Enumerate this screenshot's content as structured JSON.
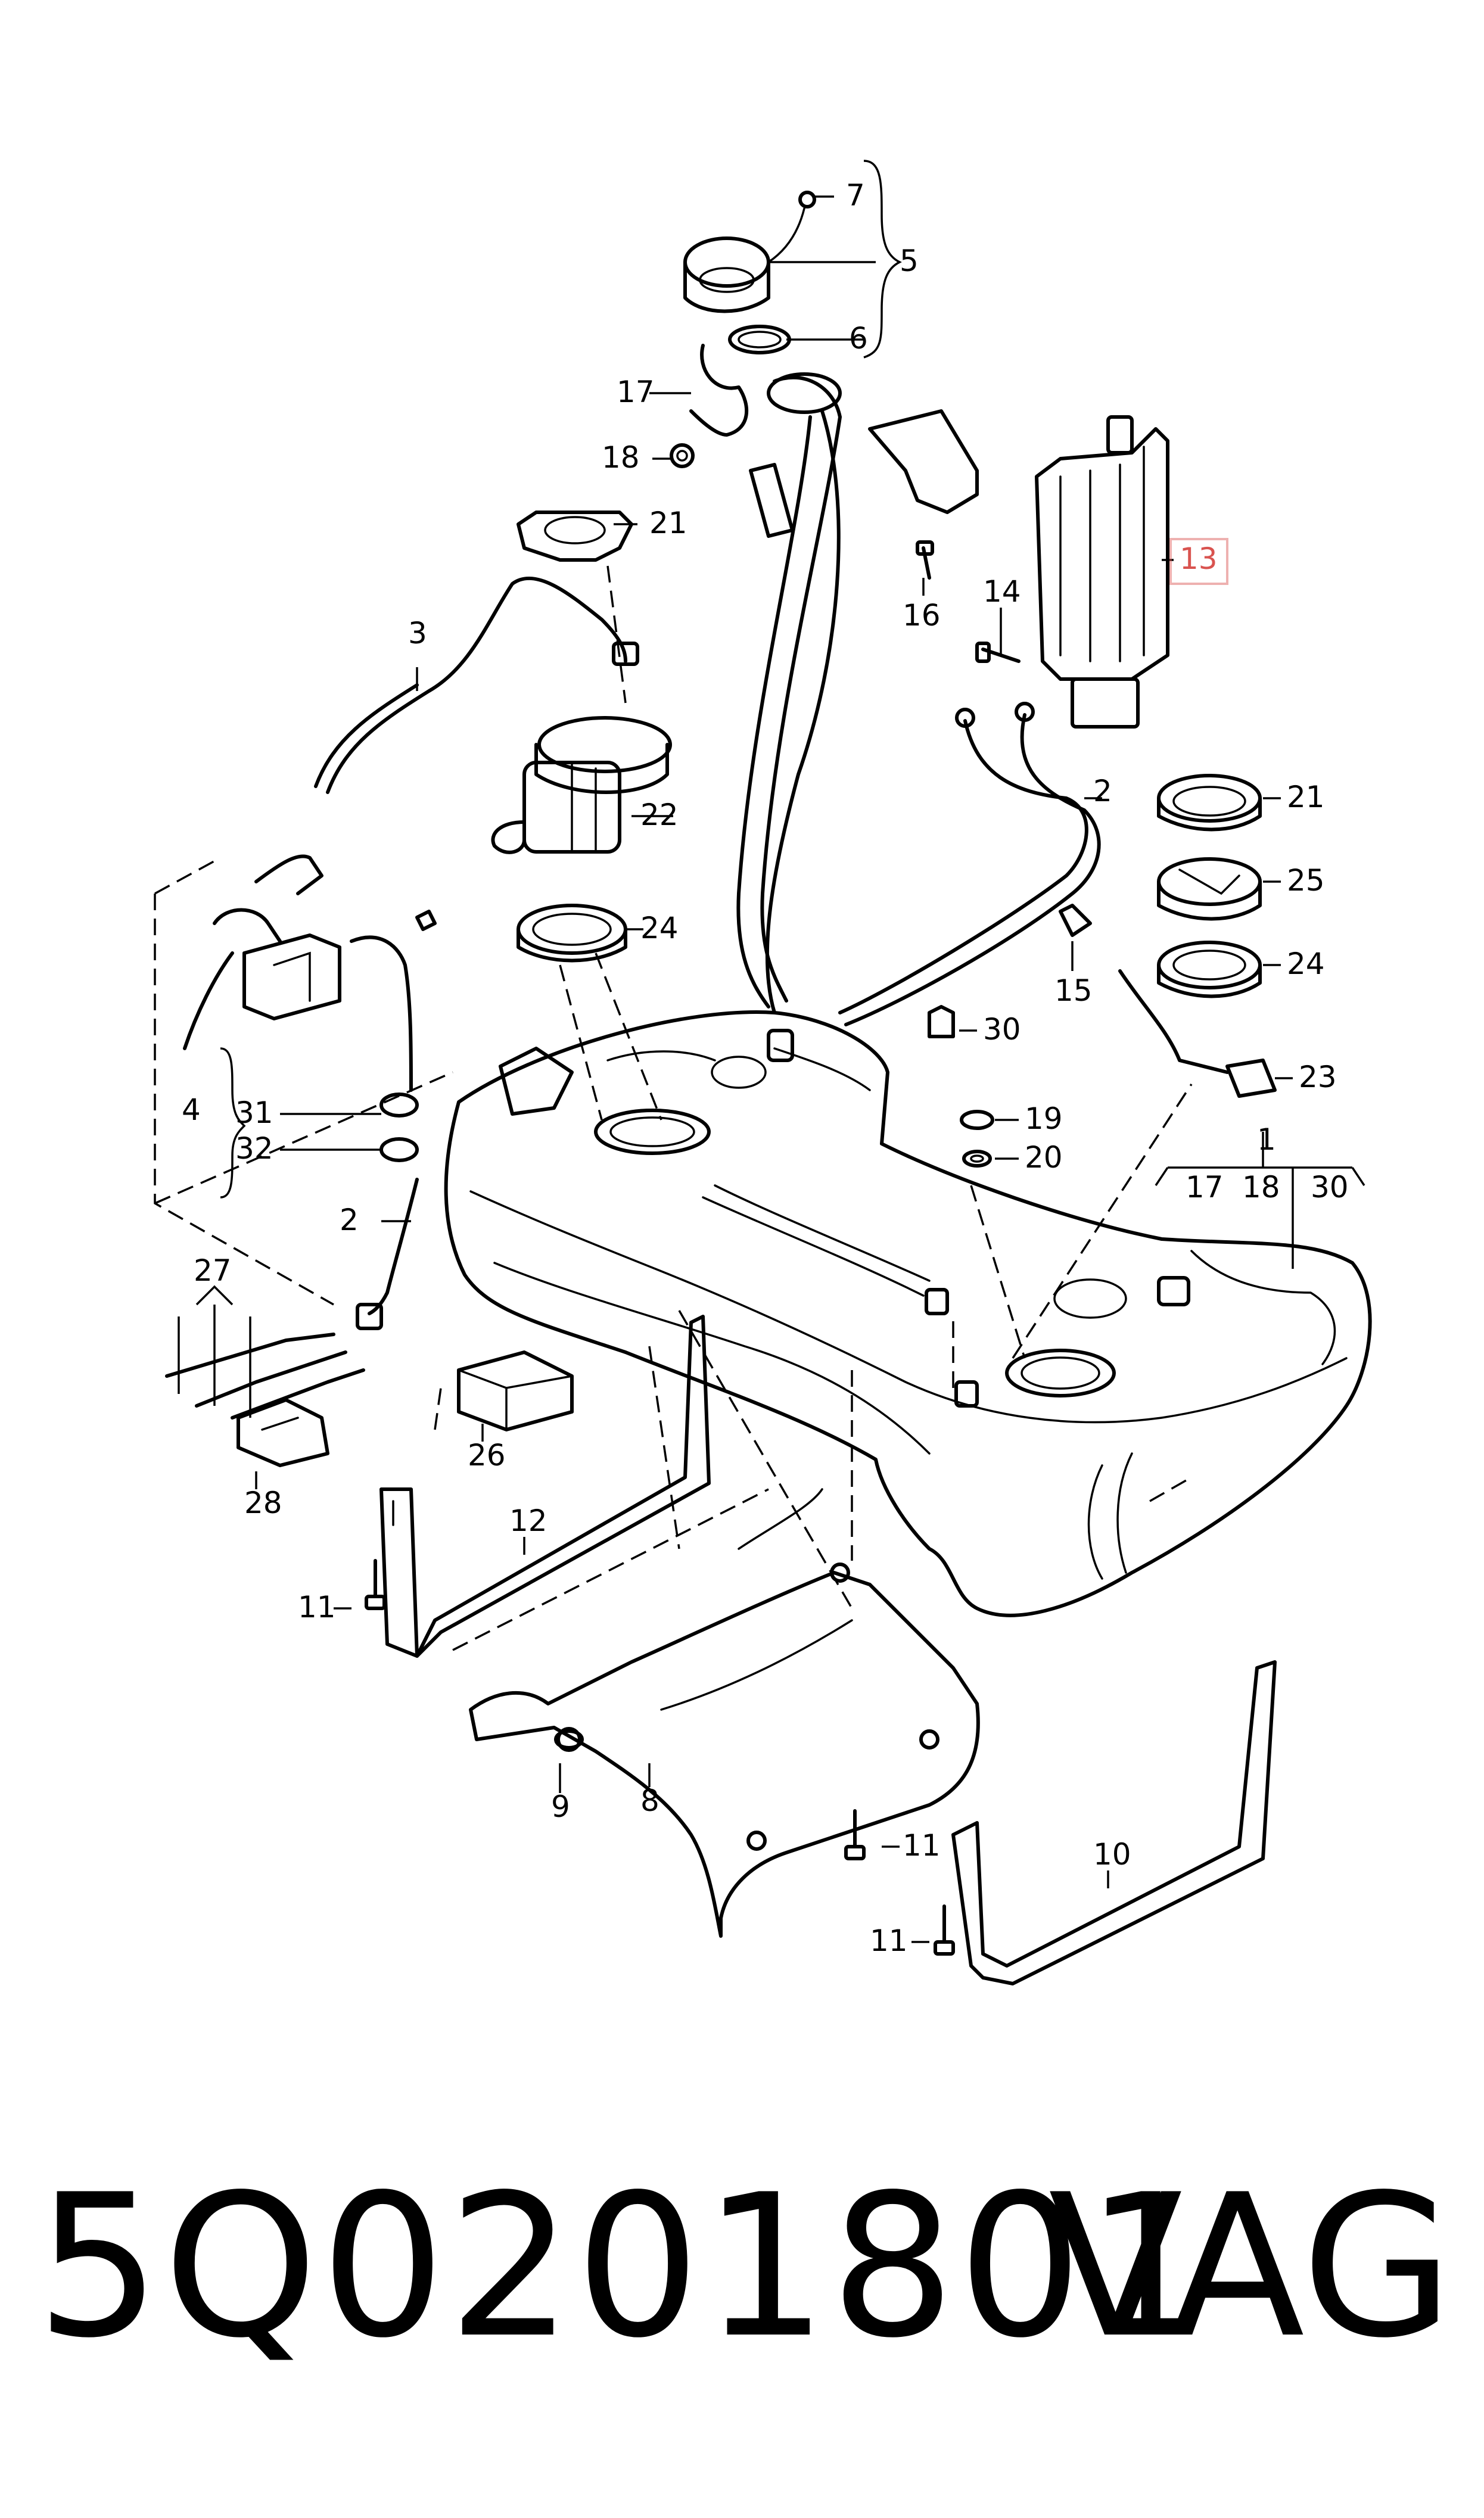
{
  "callouts": {
    "c1": "1",
    "c2a": "2",
    "c2b": "2",
    "c3": "3",
    "c4": "4",
    "c5": "5",
    "c6": "6",
    "c7": "7",
    "c8": "8",
    "c9": "9",
    "c10": "10",
    "c11a": "11",
    "c11b": "11",
    "c11c": "11",
    "c12": "12",
    "c13": "13",
    "c14": "14",
    "c15": "15",
    "c16": "16",
    "c17a": "17",
    "c17b": "17",
    "c18a": "18",
    "c18b": "18",
    "c19": "19",
    "c20": "20",
    "c21a": "21",
    "c21b": "21",
    "c22": "22",
    "c23": "23",
    "c24a": "24",
    "c24b": "24",
    "c25": "25",
    "c26": "26",
    "c27": "27",
    "c28": "28",
    "c30a": "30",
    "c30b": "30",
    "c31": "31",
    "c32": "32"
  },
  "highlight_color": "#d9534f",
  "footer": {
    "part_number": "5Q0201801",
    "brand": "VAG"
  }
}
